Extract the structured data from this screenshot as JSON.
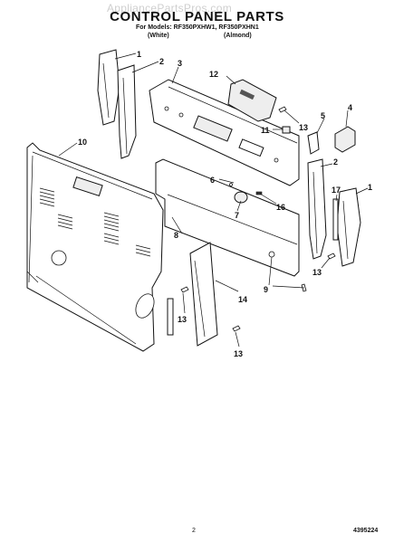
{
  "watermark": "AppliancePartsPros.com",
  "title": "CONTROL PANEL PARTS",
  "subtitle": "For Models: RF350PXHW1, RF350PXHN1",
  "variants": [
    "(White)",
    "(Almond)"
  ],
  "callouts": [
    "1",
    "2",
    "3",
    "4",
    "5",
    "6",
    "7",
    "8",
    "9",
    "10",
    "11",
    "12",
    "13",
    "14",
    "16",
    "17",
    "2",
    "1",
    "13",
    "13",
    "13",
    "9"
  ],
  "page_number": "2",
  "doc_number": "4395224"
}
